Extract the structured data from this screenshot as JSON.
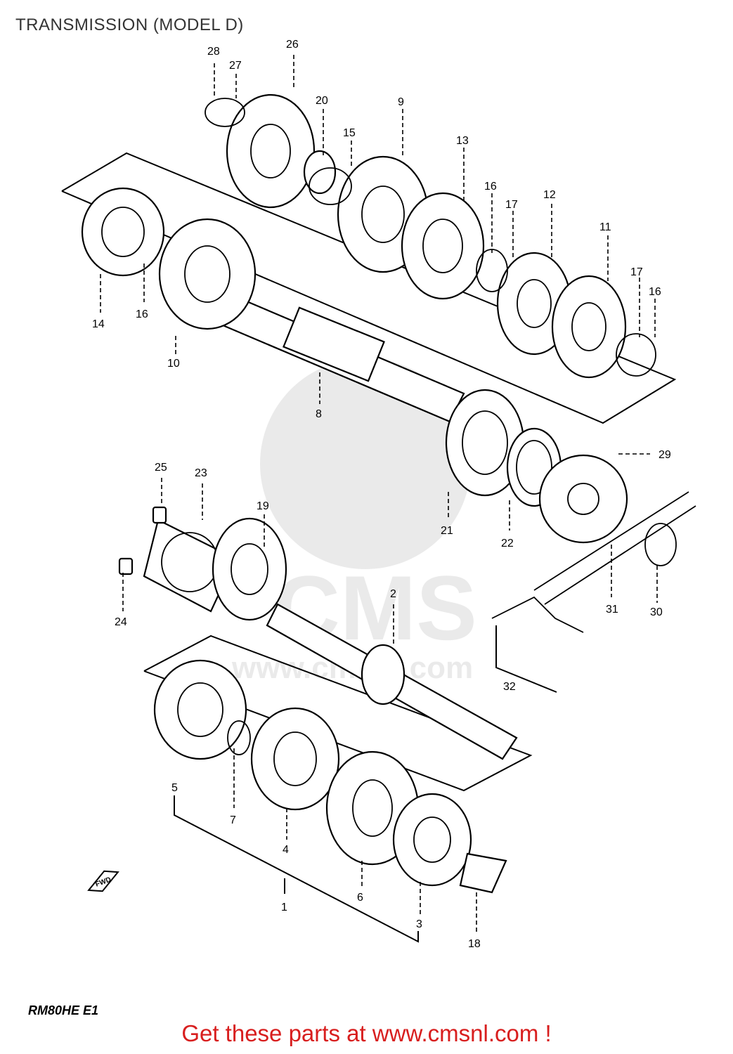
{
  "title": "TRANSMISSION (MODEL D)",
  "diagram_code": "RM80HE E1",
  "fwd_mark": "FWD",
  "footer_cta": "Get these parts at www.cmsnl.com !",
  "watermark": {
    "brand": "CMS",
    "url": "www.cmsnl.com"
  },
  "colors": {
    "cta": "#d81e1e",
    "line": "#000000",
    "watermark": "#d9d9d9"
  },
  "callouts": {
    "c1": "1",
    "c2": "2",
    "c3": "3",
    "c4": "4",
    "c5": "5",
    "c6": "6",
    "c7": "7",
    "c8": "8",
    "c9": "9",
    "c10": "10",
    "c11": "11",
    "c12": "12",
    "c13": "13",
    "c14": "14",
    "c15": "15",
    "c16a": "16",
    "c16b": "16",
    "c16c": "16",
    "c17a": "17",
    "c17b": "17",
    "c18": "18",
    "c19": "19",
    "c20": "20",
    "c21": "21",
    "c22": "22",
    "c23": "23",
    "c24": "24",
    "c25": "25",
    "c26": "26",
    "c27": "27",
    "c28": "28",
    "c29": "29",
    "c30": "30",
    "c31": "31",
    "c32": "32"
  }
}
